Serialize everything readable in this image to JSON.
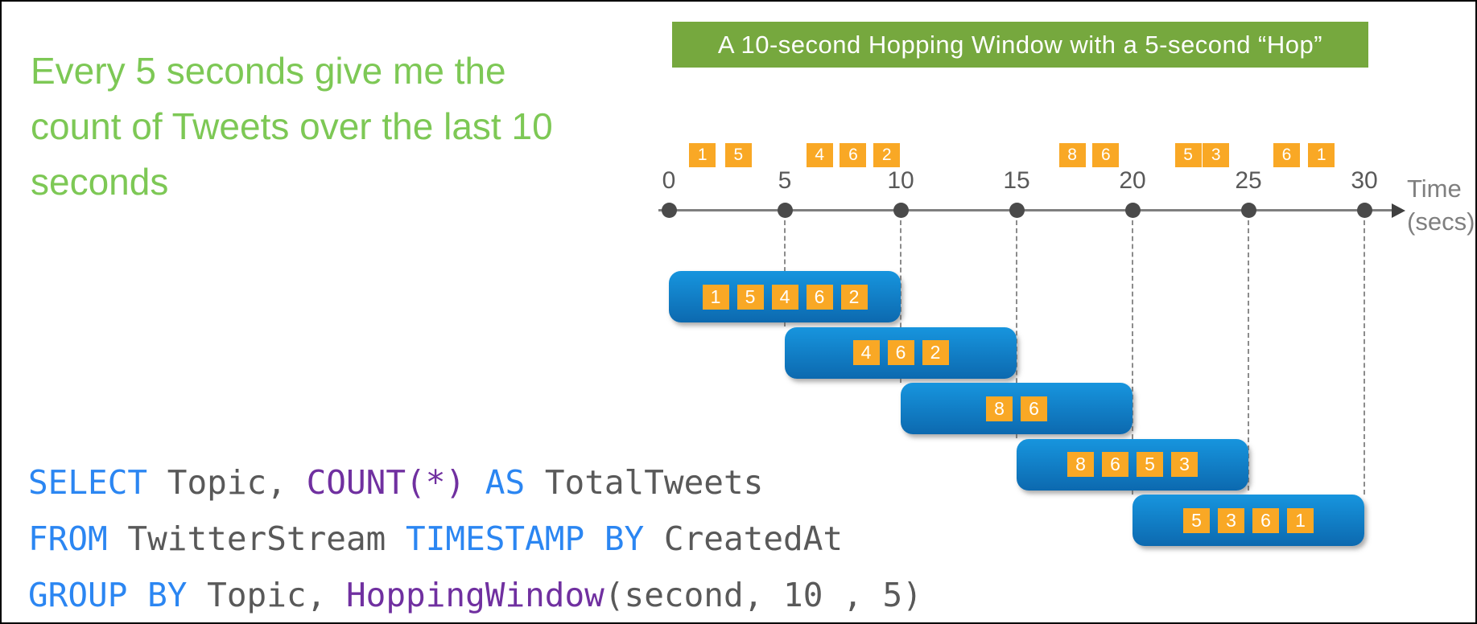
{
  "headline": {
    "text": "Every 5 seconds give me the count of Tweets over the last 10 seconds",
    "lines": [
      "Every 5 seconds give me the",
      "count of Tweets over the last 10",
      "seconds"
    ]
  },
  "banner": {
    "text": "A 10-second Hopping Window with a 5-second “Hop”"
  },
  "timeline": {
    "tick_labels": [
      "0",
      "5",
      "10",
      "15",
      "20",
      "25",
      "30"
    ],
    "seconds_per_tick": 5,
    "axis_label_line1": "Time",
    "axis_label_line2": "(secs)",
    "events": [
      {
        "value": "1",
        "t": 1.45
      },
      {
        "value": "5",
        "t": 3.0
      },
      {
        "value": "4",
        "t": 6.5
      },
      {
        "value": "6",
        "t": 7.95
      },
      {
        "value": "2",
        "t": 9.4
      },
      {
        "value": "8",
        "t": 17.4
      },
      {
        "value": "6",
        "t": 18.85
      },
      {
        "value": "5",
        "t": 22.4
      },
      {
        "value": "3",
        "t": 23.6
      },
      {
        "value": "6",
        "t": 26.65
      },
      {
        "value": "1",
        "t": 28.15
      }
    ]
  },
  "windows": [
    {
      "label": "window-0-10",
      "start": 0,
      "end": 10,
      "events": [
        "1",
        "5",
        "4",
        "6",
        "2"
      ]
    },
    {
      "label": "window-5-15",
      "start": 5,
      "end": 15,
      "events": [
        "4",
        "6",
        "2"
      ]
    },
    {
      "label": "window-10-20",
      "start": 10,
      "end": 20,
      "events": [
        "8",
        "6"
      ]
    },
    {
      "label": "window-15-25",
      "start": 15,
      "end": 25,
      "events": [
        "8",
        "6",
        "5",
        "3"
      ]
    },
    {
      "label": "window-20-30",
      "start": 20,
      "end": 30,
      "events": [
        "5",
        "3",
        "6",
        "1"
      ]
    }
  ],
  "sql": {
    "lines": [
      {
        "tokens": [
          {
            "text": "SELECT",
            "type": "keyword"
          },
          {
            "text": " Topic, ",
            "type": "plain"
          },
          {
            "text": "COUNT(*)",
            "type": "function"
          },
          {
            "text": " ",
            "type": "plain"
          },
          {
            "text": "AS",
            "type": "keyword"
          },
          {
            "text": " TotalTweets",
            "type": "plain"
          }
        ]
      },
      {
        "tokens": [
          {
            "text": "FROM",
            "type": "keyword"
          },
          {
            "text": " TwitterStream ",
            "type": "plain"
          },
          {
            "text": "TIMESTAMP BY",
            "type": "keyword"
          },
          {
            "text": " CreatedAt",
            "type": "plain"
          }
        ]
      },
      {
        "tokens": [
          {
            "text": "GROUP BY",
            "type": "keyword"
          },
          {
            "text": " Topic, ",
            "type": "plain"
          },
          {
            "text": "HoppingWindow",
            "type": "function"
          },
          {
            "text": "(second, 10 , 5)",
            "type": "plain"
          }
        ]
      }
    ]
  },
  "colors": {
    "headline_green": "#7DC855",
    "banner_green": "#76A83E",
    "banner_text": "#FFFFFF",
    "event_orange": "#F9A825",
    "window_blue_top": "#1795DE",
    "window_blue_bottom": "#0C69AF",
    "axis_gray": "#7F7F7F",
    "tick_text_gray": "#595959",
    "sql_keyword_blue": "#2B86F2",
    "sql_function_purple": "#7030A0",
    "sql_text_gray": "#595959"
  }
}
